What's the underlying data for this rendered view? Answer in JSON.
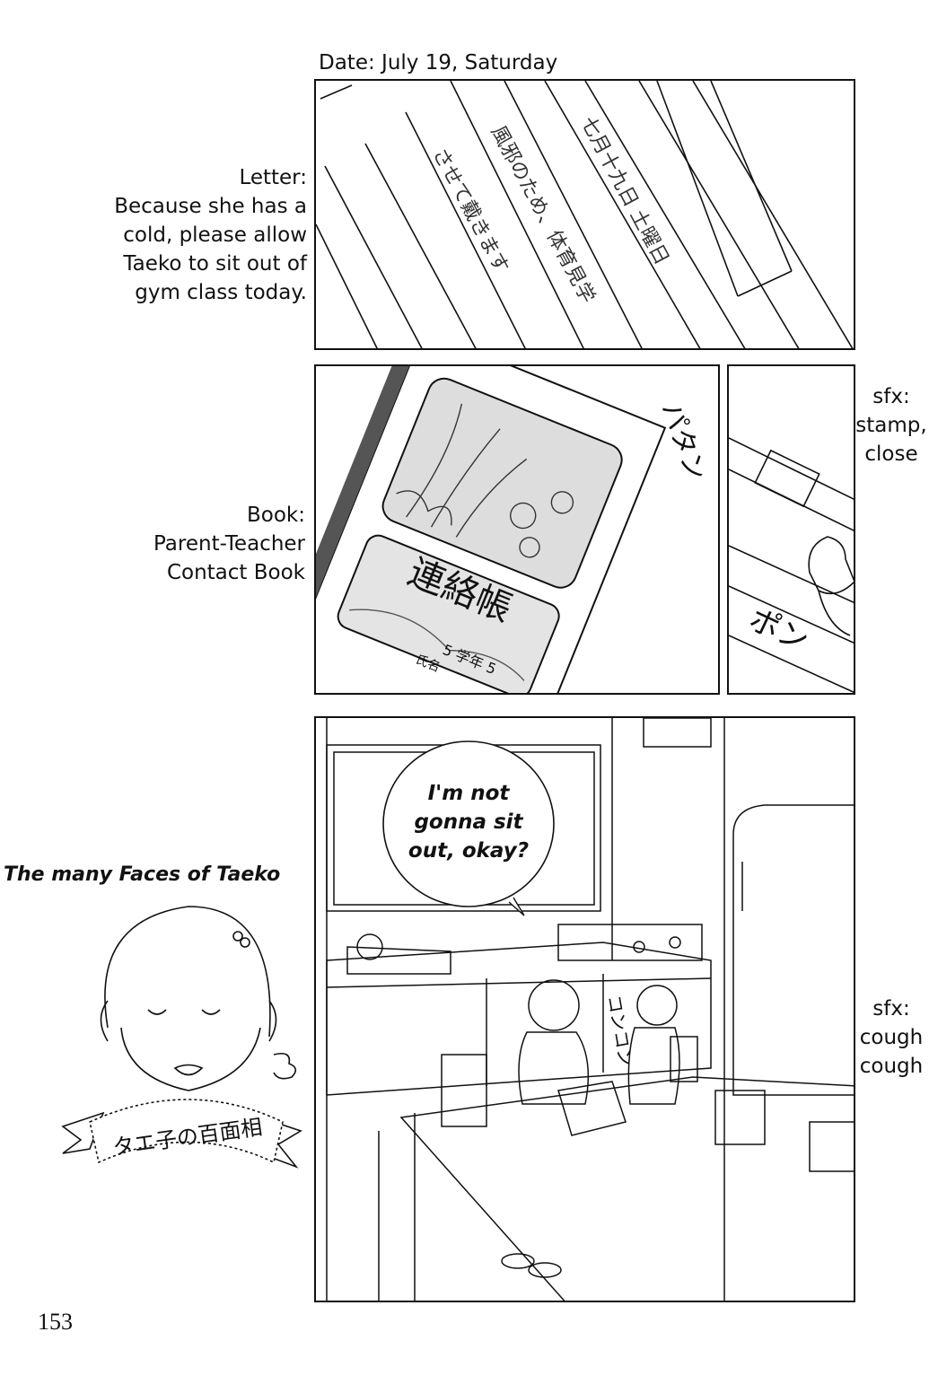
{
  "notes": {
    "date": "Date: July 19, Saturday",
    "letter": "Letter:\nBecause she has a\ncold, please allow\nTaeko to sit out of\ngym class today.",
    "book": "Book:\nParent-Teacher\nContact Book",
    "sfx_stamp": "sfx:\nstamp,\nclose",
    "sfx_cough": "sfx:\ncough\ncough"
  },
  "dialogue": {
    "bubble": "I'm not\ngonna sit\nout, okay?"
  },
  "corner": {
    "caption": "The many Faces of Taeko",
    "banner_jp": "タエ子の百面相"
  },
  "art_text": {
    "letter_jp_date": "七月十九日 土曜日",
    "letter_jp_line1": "風邪のため、体育見学",
    "letter_jp_line2": "させて戴きます",
    "book_title_jp": "連絡帳",
    "book_grade_jp": "5 学年 5",
    "book_name_jp": "氏名",
    "sfx_pata": "パタン",
    "sfx_pon": "ポン",
    "sfx_konkon": "コンコン"
  },
  "page_number": "153"
}
